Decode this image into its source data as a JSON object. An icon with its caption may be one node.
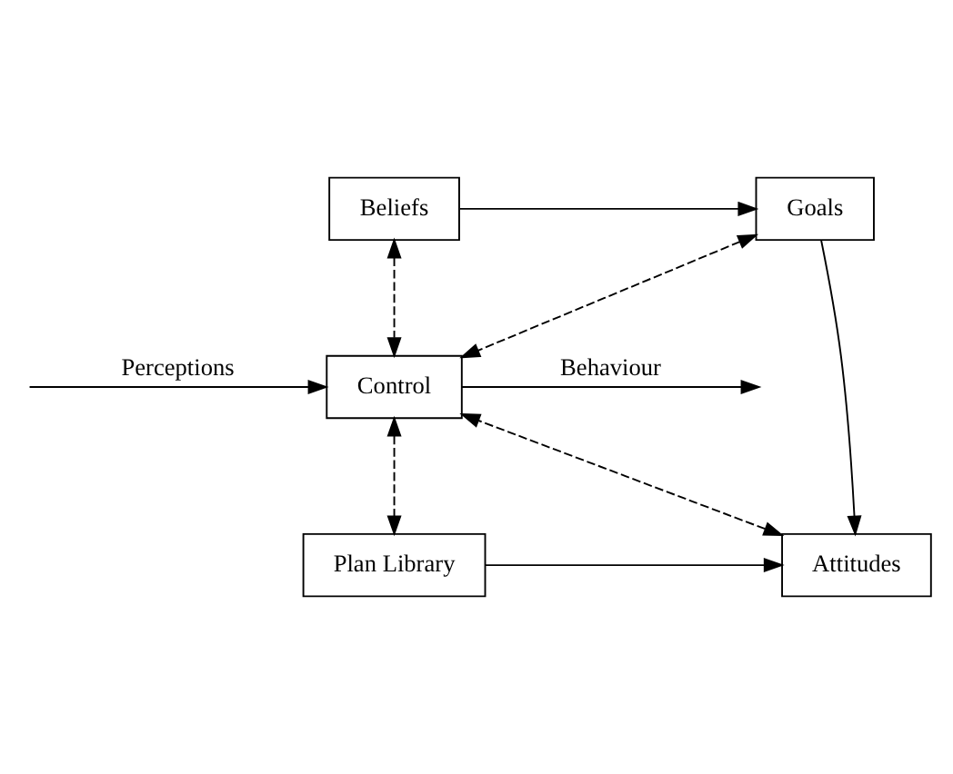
{
  "diagram": {
    "nodes": [
      {
        "text": [
          "Beliefs"
        ]
      },
      {
        "text": [
          "Goals"
        ]
      },
      {
        "text": [
          "Control"
        ]
      },
      {
        "text": [
          "Plan Library"
        ]
      },
      {
        "text": [
          "Attitudes"
        ]
      }
    ],
    "edges": [
      {
        "from": 0,
        "to": 1,
        "arrow": "to"
      },
      {
        "from": 0,
        "to": 2,
        "arrow": "both",
        "style": "dashed"
      },
      {
        "from": 1,
        "to": 2,
        "arrow": "both",
        "style": "dashed"
      },
      {
        "from": 1,
        "to": 4,
        "arrow": "to"
      },
      {
        "from": 2,
        "to": null,
        "arrow": "to",
        "label": "Behaviour"
      },
      {
        "from": null,
        "to": 2,
        "arrow": "to",
        "label": "Perceptions"
      },
      {
        "from": 2,
        "to": 3,
        "arrow": "both",
        "style": "dashed"
      },
      {
        "from": 4,
        "to": 2,
        "arrow": "both",
        "style": "dashed"
      },
      {
        "from": 3,
        "to": 4,
        "arrow": "to"
      }
    ]
  }
}
